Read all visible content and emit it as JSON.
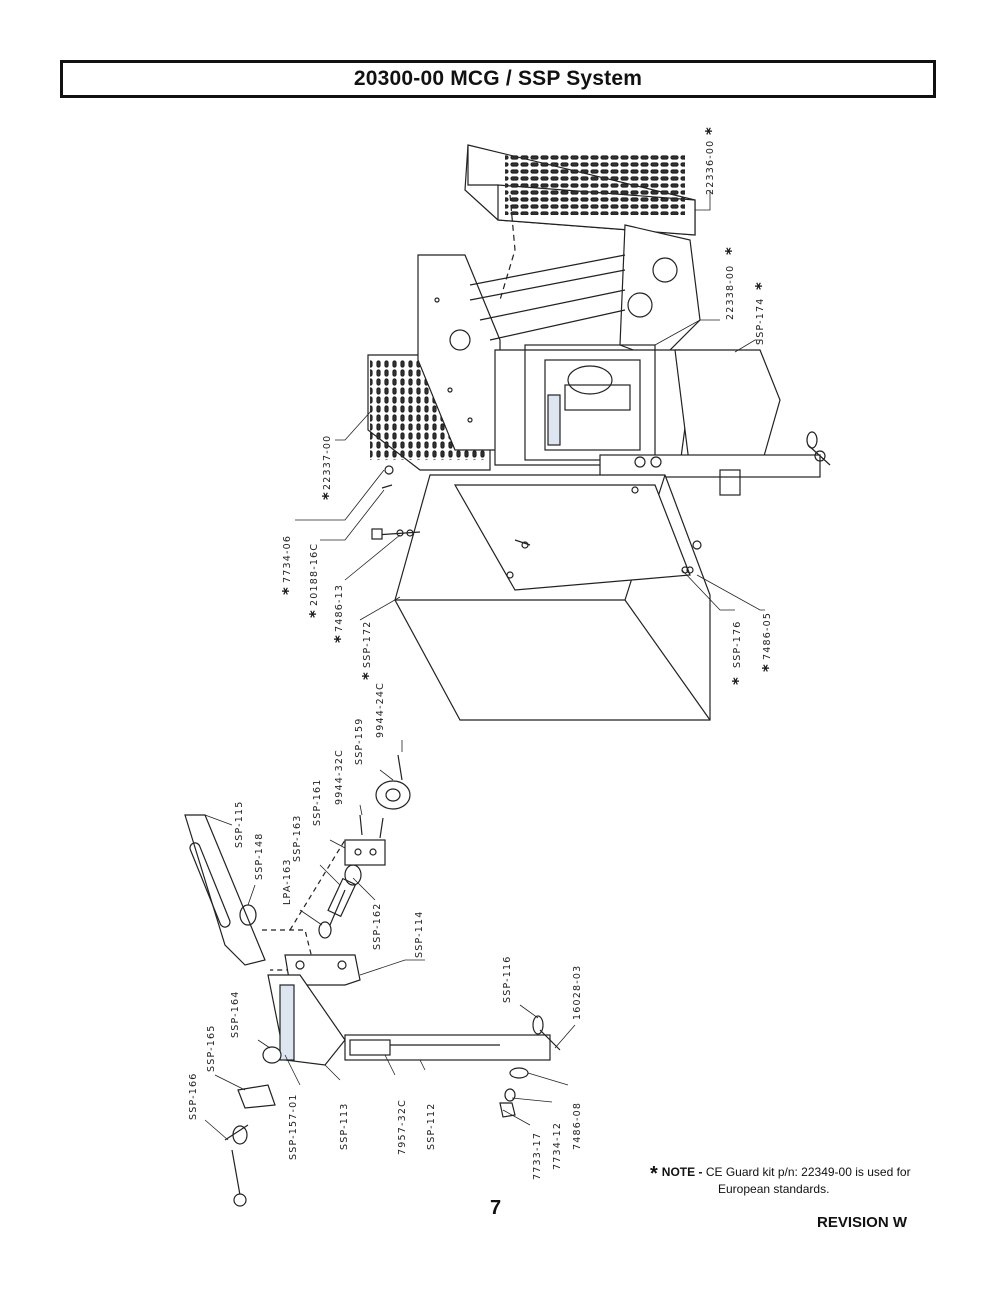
{
  "header": {
    "title": "20300-00 MCG / SSP System"
  },
  "labels": {
    "p22336": "22336-00",
    "p22338": "22338-00",
    "pSSP174": "SSP-174",
    "p22337": "22337-00",
    "p7734_06": "7734-06",
    "p20188": "20188-16C",
    "p7486_13": "7486-13",
    "pSSP172": "SSP-172",
    "pSSP176": "SSP-176",
    "p7486_05": "7486-05",
    "p9944_24C": "9944-24C",
    "pSSP159": "SSP-159",
    "p9944_32C": "9944-32C",
    "pSSP161": "SSP-161",
    "pSSP163": "SSP-163",
    "pLPA163": "LPA-163",
    "pSSP162": "SSP-162",
    "pSSP115": "SSP-115",
    "pSSP148": "SSP-148",
    "pSSP114": "SSP-114",
    "pSSP116": "SSP-116",
    "p16028": "16028-03",
    "pSSP164": "SSP-164",
    "pSSP165": "SSP-165",
    "pSSP166": "SSP-166",
    "pSSP157": "SSP-157-01",
    "pSSP113": "SSP-113",
    "p7957": "7957-32C",
    "pSSP112": "SSP-112",
    "p7733": "7733-17",
    "p7734_12": "7734-12",
    "p7486_08": "7486-08"
  },
  "star_symbol": "*",
  "note": {
    "star": "*",
    "prefix": "NOTE -",
    "line1": "CE Guard kit p/n: 22349-00 is used for",
    "line2": "European standards."
  },
  "footer": {
    "page_number": "7",
    "revision": "REVISION W"
  }
}
